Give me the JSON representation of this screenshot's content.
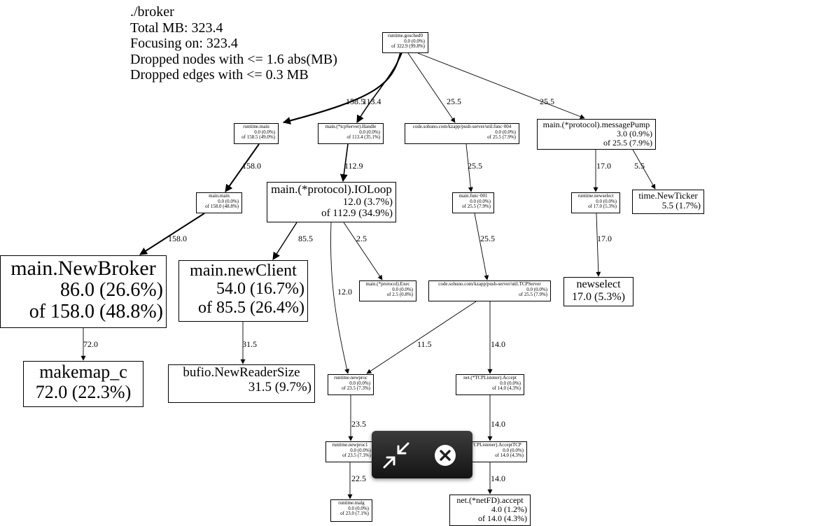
{
  "header": {
    "lines": [
      "./broker",
      "Total MB: 323.4",
      "Focusing on: 323.4",
      "Dropped nodes with <= 1.6 abs(MB)",
      "Dropped edges with <= 0.3 MB"
    ]
  },
  "nodes": {
    "gosched0": {
      "name": "runtime.gosched0",
      "lines": [
        "0.0 (0.0%)",
        "of 322.9 (99.8%)"
      ]
    },
    "runtime_main": {
      "name": "runtime.main",
      "lines": [
        "0.0 (0.0%)",
        "of 158.5 (49.0%)"
      ]
    },
    "tcpserver_handle": {
      "name": "main.(*tcpServer).Handle",
      "lines": [
        "0.0 (0.0%)",
        "of 113.4 (35.1%)"
      ]
    },
    "func004": {
      "name": "code.sohuno.com/kzapp/push-server/util.func·004",
      "lines": [
        "0.0 (0.0%)",
        "of 25.5 (7.9%)"
      ]
    },
    "messagepump": {
      "name": "main.(*protocol).messagePump",
      "lines": [
        "3.0 (0.9%)",
        "of 25.5 (7.9%)"
      ]
    },
    "main_main": {
      "name": "main.main",
      "lines": [
        "0.0 (0.0%)",
        "of 158.0 (48.8%)"
      ]
    },
    "ioloop": {
      "name": "main.(*protocol).IOLoop",
      "lines": [
        "12.0 (3.7%)",
        "of 112.9 (34.9%)"
      ]
    },
    "func001": {
      "name": "main.func·001",
      "lines": [
        "0.0 (0.0%)",
        "of 25.5 (7.9%)"
      ]
    },
    "rt_newselect": {
      "name": "runtime.newselect",
      "lines": [
        "0.0 (0.0%)",
        "of 17.0 (5.3%)"
      ]
    },
    "newticker": {
      "name": "time.NewTicker",
      "lines": [
        "5.5 (1.7%)"
      ]
    },
    "newbroker": {
      "name": "main.NewBroker",
      "lines": [
        "86.0 (26.6%)",
        "of 158.0 (48.8%)"
      ]
    },
    "newclient": {
      "name": "main.newClient",
      "lines": [
        "54.0 (16.7%)",
        "of 85.5 (26.4%)"
      ]
    },
    "exec": {
      "name": "main.(*protocol).Exec",
      "lines": [
        "0.0 (0.0%)",
        "of 2.5 (0.8%)"
      ]
    },
    "tcpserver_util": {
      "name": "code.sohuno.com/kzapp/push-server/util.TCPServer",
      "lines": [
        "0.0 (0.0%)",
        "of 25.5 (7.9%)"
      ]
    },
    "newselect": {
      "name": "newselect",
      "lines": [
        "17.0 (5.3%)"
      ]
    },
    "makemap": {
      "name": "makemap_c",
      "lines": [
        "72.0 (22.3%)"
      ]
    },
    "newreadersize": {
      "name": "bufio.NewReaderSize",
      "lines": [
        "31.5 (9.7%)"
      ]
    },
    "newproc": {
      "name": "runtime.newproc",
      "lines": [
        "0.0 (0.0%)",
        "of 23.5 (7.3%)"
      ]
    },
    "accept": {
      "name": "net.(*TCPListener).Accept",
      "lines": [
        "0.0 (0.0%)",
        "of 14.0 (4.3%)"
      ]
    },
    "newproc1": {
      "name": "runtime.newproc1",
      "lines": [
        "0.0 (0.0%)",
        "of 23.5 (7.3%)"
      ]
    },
    "accepttcp": {
      "name": "net.(*TCPListener).AcceptTCP",
      "lines": [
        "0.0 (0.0%)",
        "of 14.0 (4.3%)"
      ]
    },
    "malg": {
      "name": "runtime.malg",
      "lines": [
        "0.0 (0.0%)",
        "of 23.0 (7.1%)"
      ]
    },
    "fd_accept": {
      "name": "net.(*netFD).accept",
      "lines": [
        "4.0 (1.2%)",
        "of 14.0 (4.3%)"
      ]
    }
  },
  "edges": [
    {
      "from": "gosched0",
      "to": "runtime_main",
      "label": "158.5"
    },
    {
      "from": "gosched0",
      "to": "tcpserver_handle",
      "label": "113.4"
    },
    {
      "from": "gosched0",
      "to": "func004",
      "label": "25.5"
    },
    {
      "from": "gosched0",
      "to": "messagepump",
      "label": "25.5"
    },
    {
      "from": "runtime_main",
      "to": "main_main",
      "label": "158.0"
    },
    {
      "from": "tcpserver_handle",
      "to": "ioloop",
      "label": "112.9"
    },
    {
      "from": "func004",
      "to": "func001",
      "label": "25.5"
    },
    {
      "from": "messagepump",
      "to": "rt_newselect",
      "label": "17.0"
    },
    {
      "from": "messagepump",
      "to": "newticker",
      "label": "5.5"
    },
    {
      "from": "main_main",
      "to": "newbroker",
      "label": "158.0"
    },
    {
      "from": "ioloop",
      "to": "newclient",
      "label": "85.5"
    },
    {
      "from": "ioloop",
      "to": "exec",
      "label": "2.5"
    },
    {
      "from": "ioloop",
      "to": "newproc",
      "label": "12.0"
    },
    {
      "from": "func001",
      "to": "tcpserver_util",
      "label": "25.5"
    },
    {
      "from": "rt_newselect",
      "to": "newselect",
      "label": "17.0"
    },
    {
      "from": "newbroker",
      "to": "makemap",
      "label": "72.0"
    },
    {
      "from": "newclient",
      "to": "newreadersize",
      "label": "31.5"
    },
    {
      "from": "tcpserver_util",
      "to": "newproc",
      "label": "11.5"
    },
    {
      "from": "tcpserver_util",
      "to": "accept",
      "label": "14.0"
    },
    {
      "from": "newproc",
      "to": "newproc1",
      "label": "23.5"
    },
    {
      "from": "accept",
      "to": "accepttcp",
      "label": "14.0"
    },
    {
      "from": "newproc1",
      "to": "malg",
      "label": "22.5"
    },
    {
      "from": "accepttcp",
      "to": "fd_accept",
      "label": "14.0"
    }
  ],
  "overlay": {
    "buttons": [
      {
        "icon": "exit-fullscreen-icon"
      },
      {
        "icon": "close-icon"
      }
    ]
  }
}
